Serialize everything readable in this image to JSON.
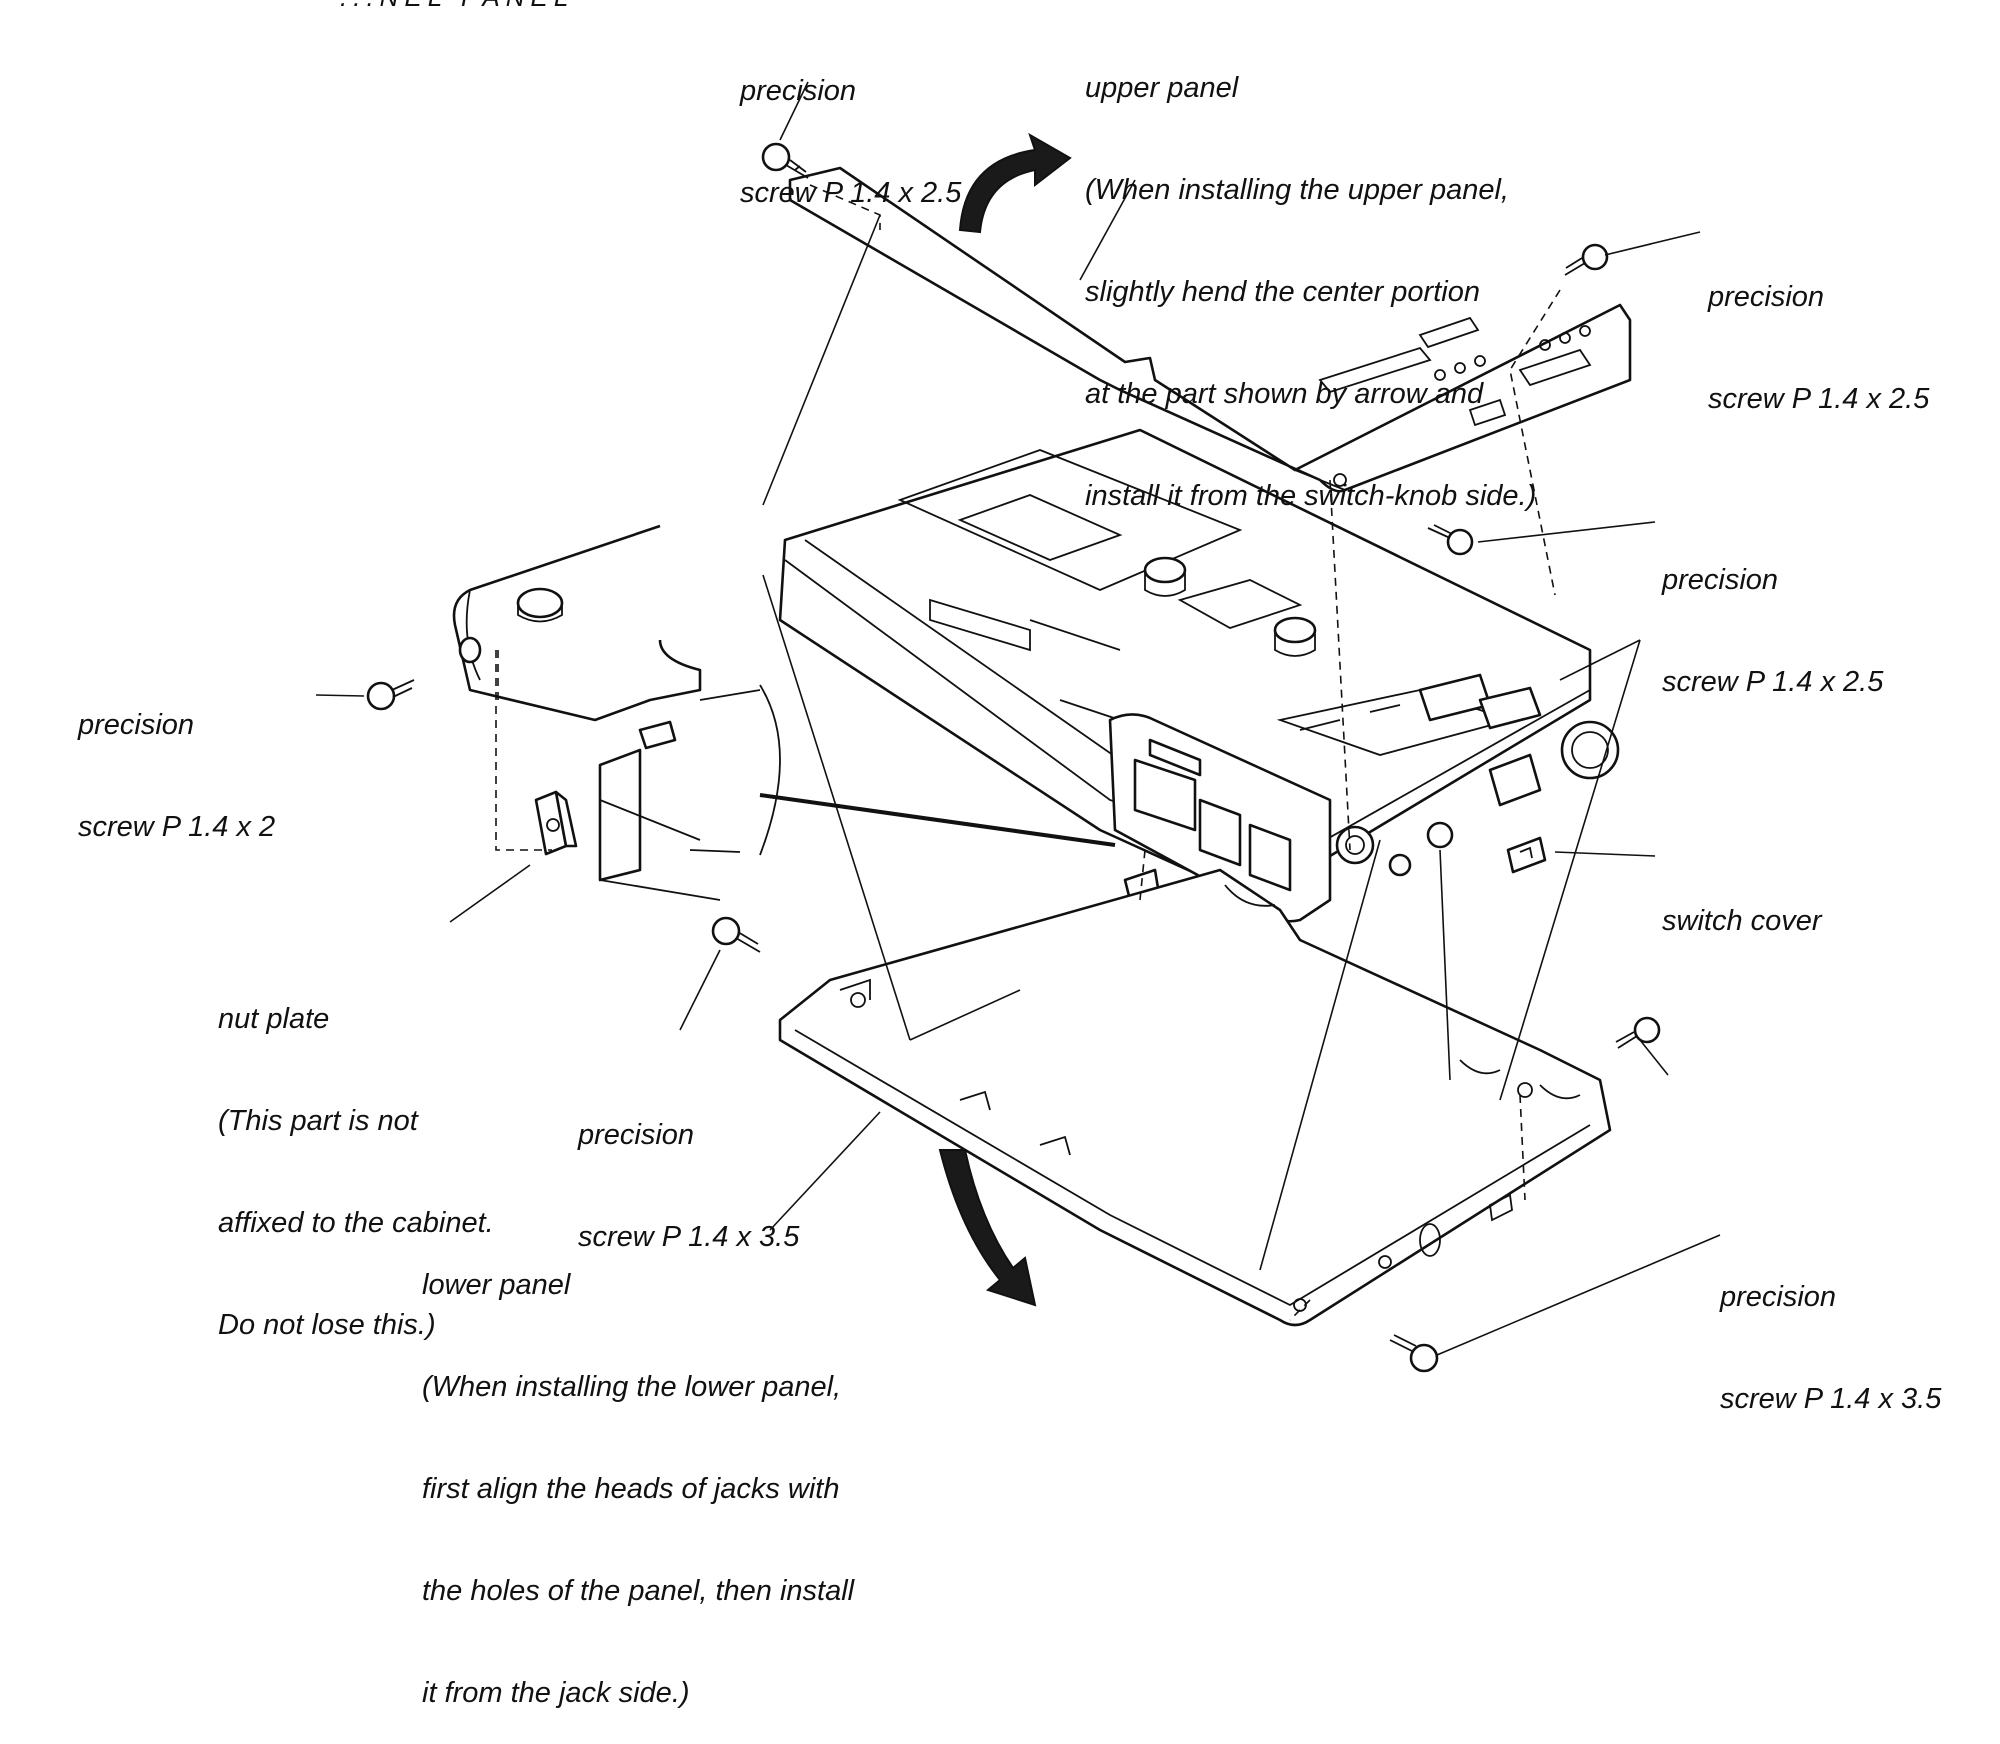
{
  "header_fragment": "...NEL PANEL",
  "callouts": {
    "screw_top_left": {
      "lines": [
        "precision",
        "screw P 1.4 x 2.5"
      ]
    },
    "upper_panel": {
      "lines": [
        "upper panel",
        "(When installing the upper panel,",
        "slightly hend the center portion",
        "at the part shown by arrow and",
        "install it from the switch-knob side.)"
      ]
    },
    "screw_top_right": {
      "lines": [
        "precision",
        "screw P 1.4 x 2.5"
      ]
    },
    "screw_mid_right": {
      "lines": [
        "precision",
        "screw P 1.4 x 2.5"
      ]
    },
    "screw_left": {
      "lines": [
        "precision",
        "screw P 1.4 x 2"
      ]
    },
    "switch_cover": {
      "lines": [
        "switch cover"
      ]
    },
    "nut_plate": {
      "lines": [
        "nut plate",
        "(This part is not",
        "affixed to the cabinet.",
        "Do not lose this.)"
      ]
    },
    "screw_bottom_mid": {
      "lines": [
        "precision",
        "screw P 1.4 x 3.5"
      ]
    },
    "lower_panel": {
      "lines": [
        "lower panel",
        "(When installing the lower panel,",
        "first align the heads of jacks with",
        "the holes of the panel, then install",
        "it from the jack side.)"
      ]
    },
    "screw_bottom_right": {
      "lines": [
        "precision",
        "screw P 1.4 x 3.5"
      ]
    }
  },
  "icons": [
    "screw-icon",
    "bend-arrow-icon",
    "nut-plate-icon",
    "switch-cover-icon"
  ]
}
